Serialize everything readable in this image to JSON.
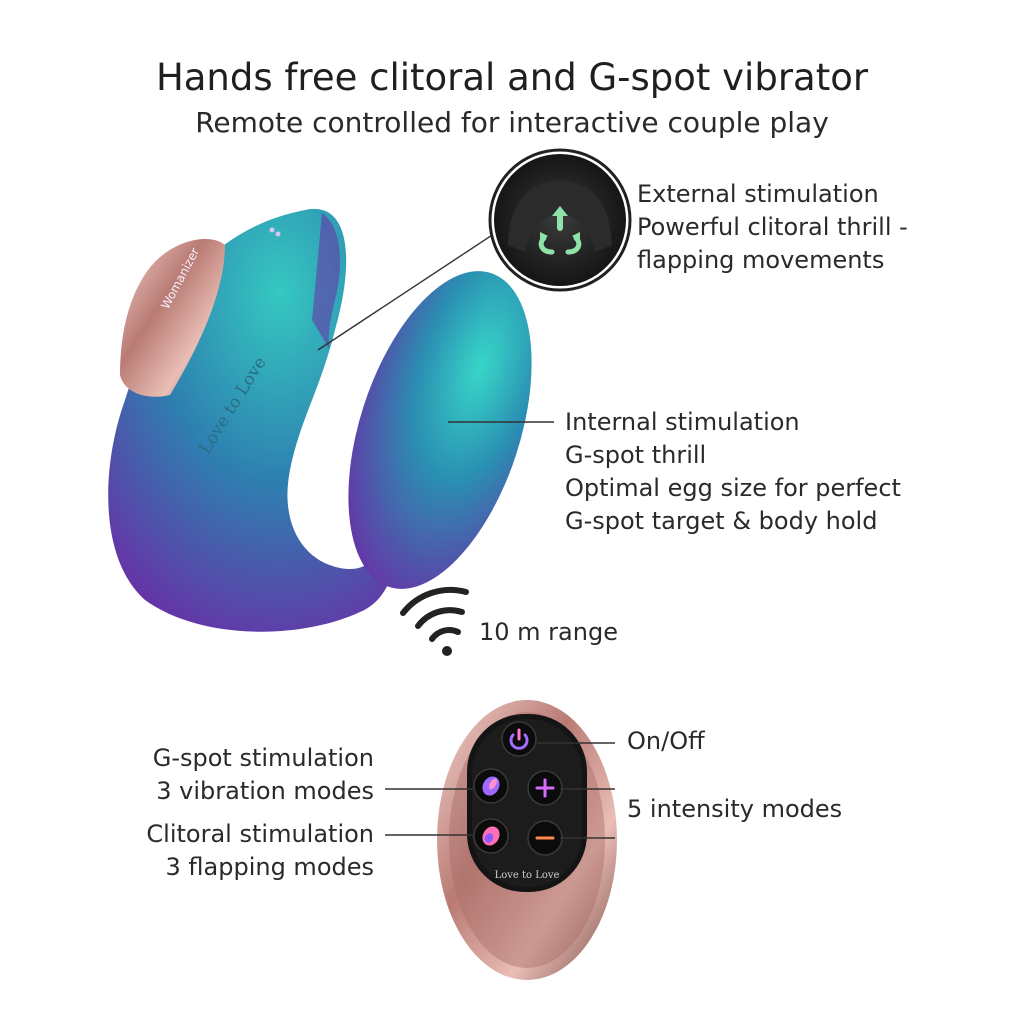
{
  "header": {
    "title": "Hands free clitoral and G-spot vibrator",
    "subtitle": "Remote controlled for interactive couple play"
  },
  "callouts": {
    "external": [
      "External stimulation",
      "Powerful clitoral thrill -",
      "flapping movements"
    ],
    "internal": [
      "Internal stimulation",
      "G-spot thrill",
      "Optimal egg size for perfect",
      "G-spot target & body hold"
    ],
    "range": "10 m range"
  },
  "remote": {
    "brand": "Love to Love",
    "on_off": "On/Off",
    "intensity": "5 intensity modes",
    "gspot": [
      "G-spot stimulation",
      "3 vibration modes"
    ],
    "clitoral": [
      "Clitoral stimulation",
      "3 flapping modes"
    ]
  },
  "device": {
    "engraving": "Love to Love",
    "colors": {
      "teal": "#2bb8b0",
      "purple": "#6a2fa8",
      "rose_gold": "#c98f86"
    }
  },
  "icons": [
    "power-icon",
    "plus-icon",
    "minus-icon",
    "gspot-mode-icon",
    "clitoral-mode-icon",
    "wifi-range-icon",
    "flap-arrows-icon"
  ]
}
